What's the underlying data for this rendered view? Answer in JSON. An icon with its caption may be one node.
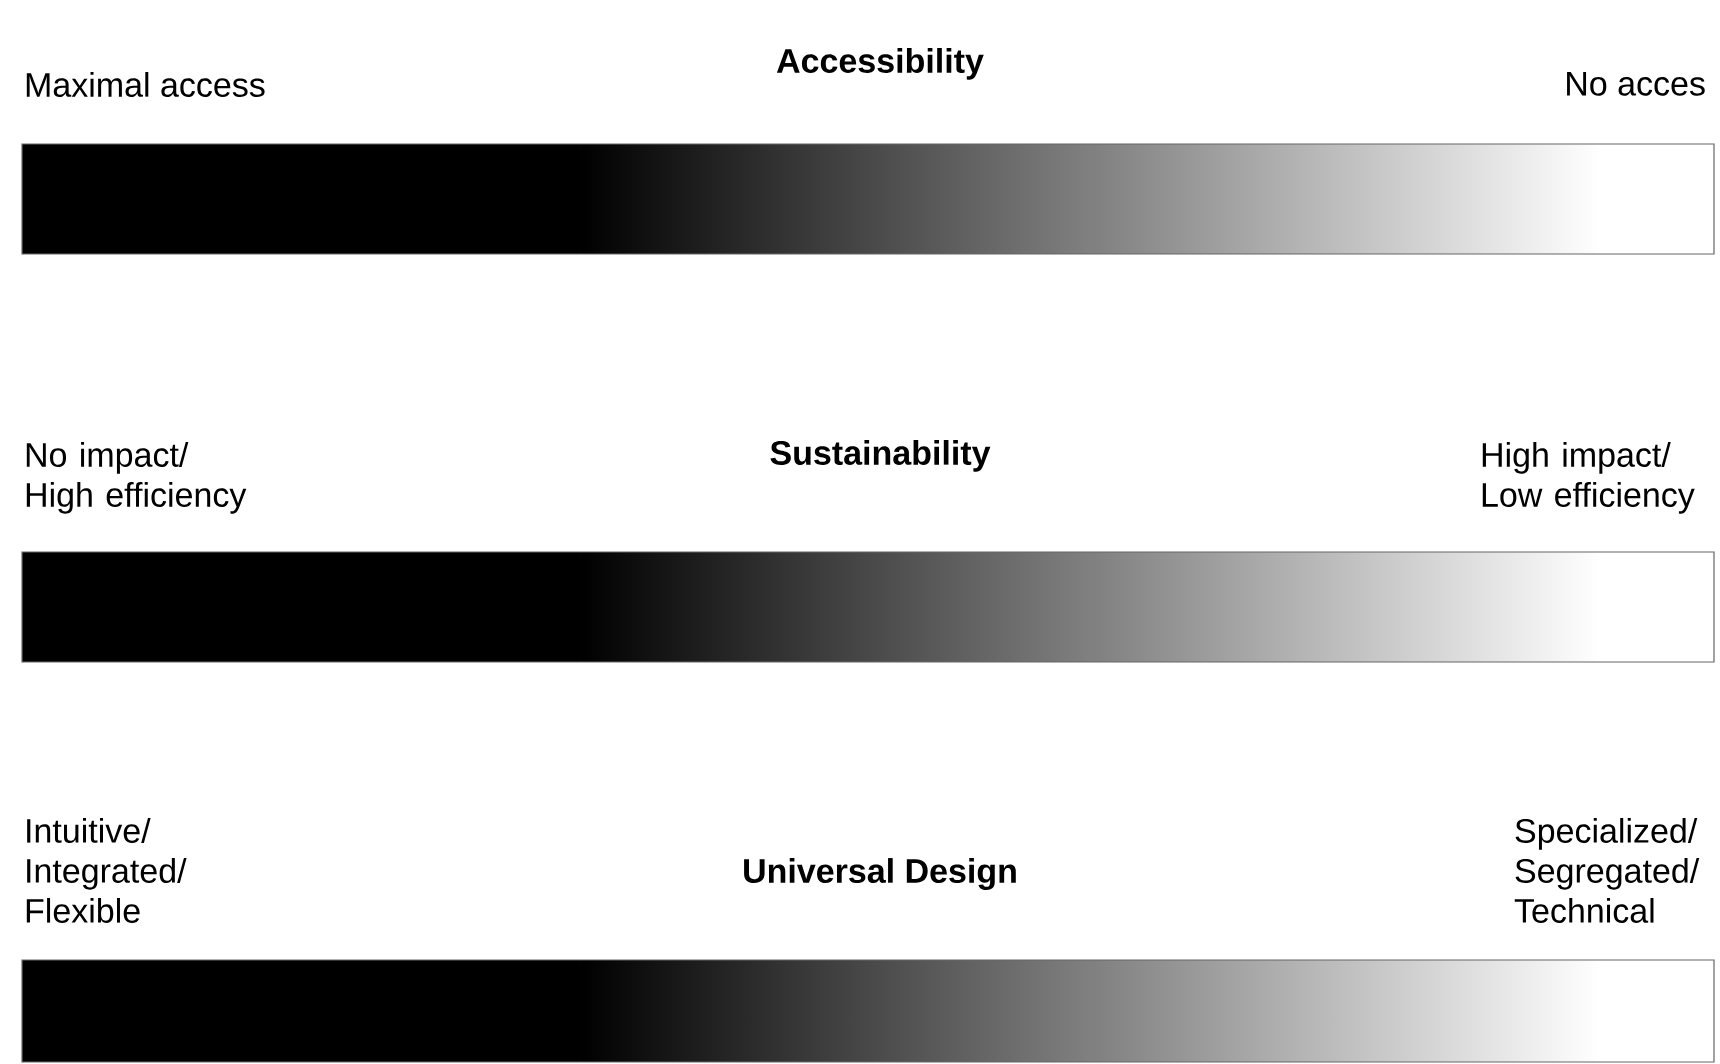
{
  "diagram": {
    "nodes": [
      {
        "text": [
          "Accessibility",
          "Maximal access",
          "No acces"
        ]
      },
      {
        "text": [
          "No impact/ High efficiency",
          "Sustainability",
          "High impact/ Low efficiency"
        ]
      },
      {
        "text": [
          "Intuitive/ Integrated/ Flexible",
          "Universal Design",
          "Specialized/ Segregated/ Technical"
        ]
      }
    ]
  }
}
